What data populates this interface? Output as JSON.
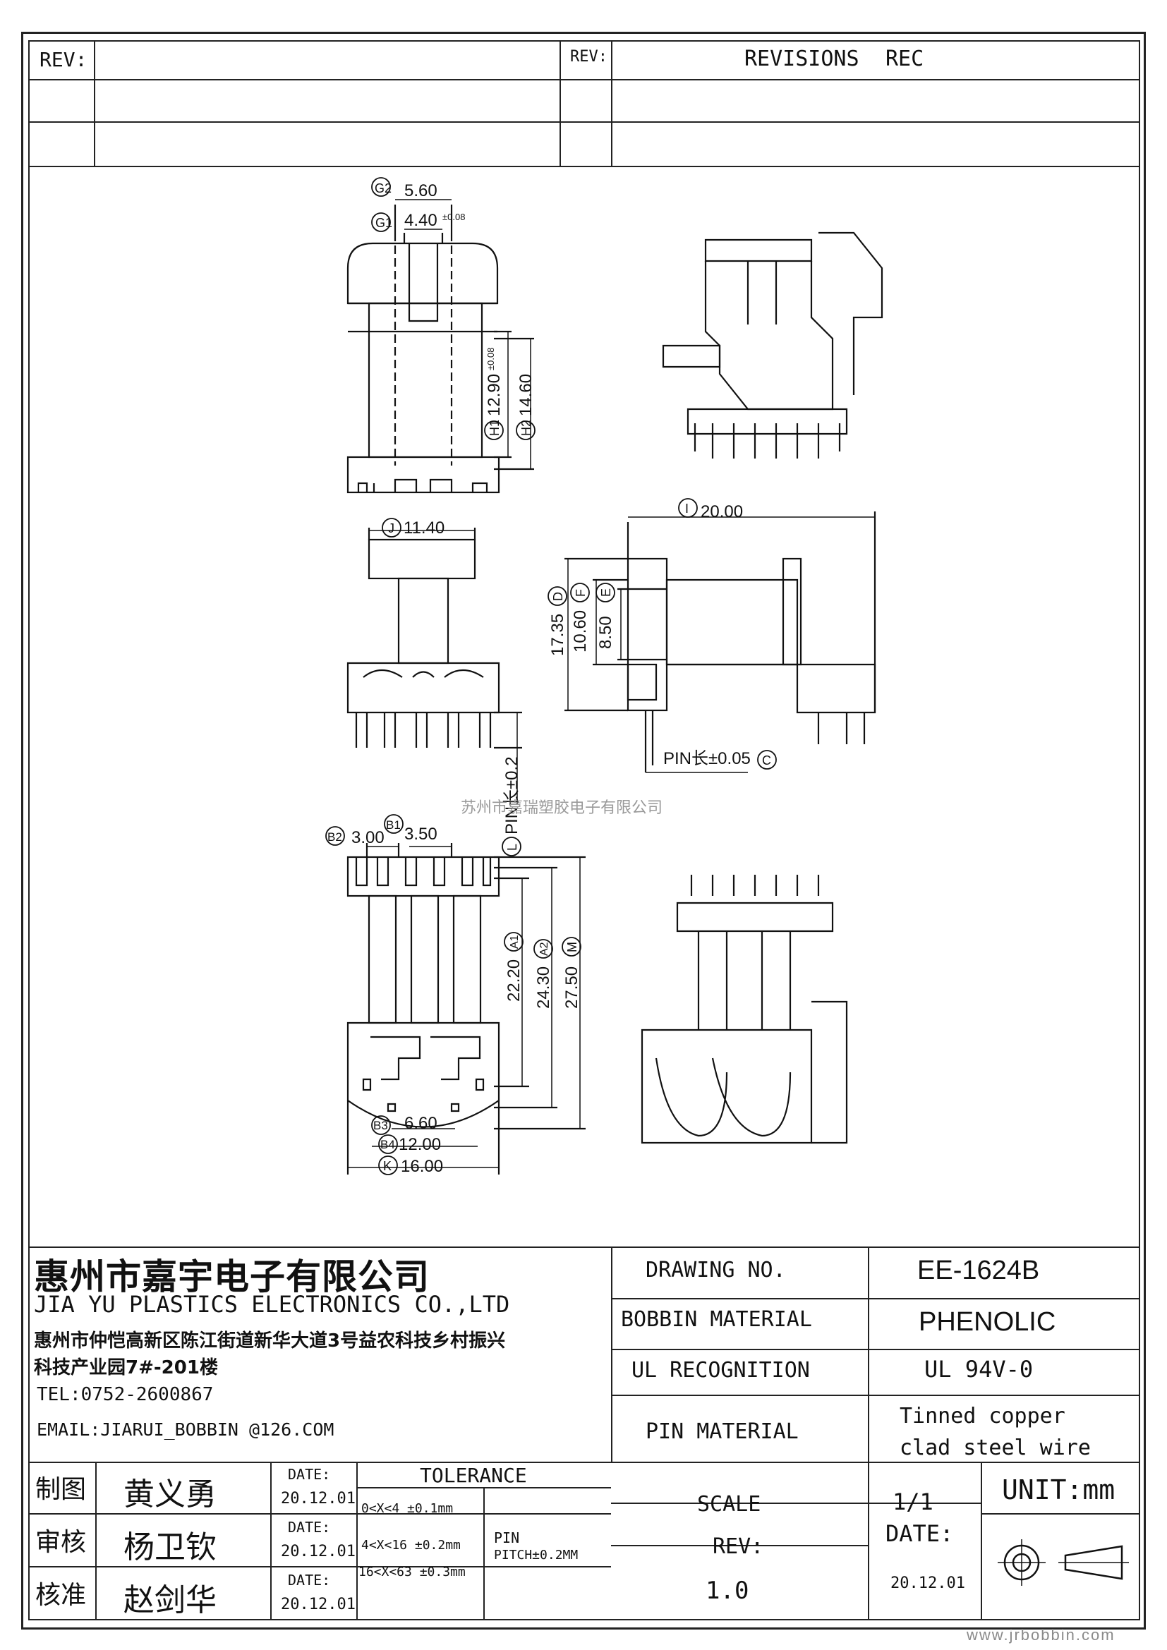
{
  "revisions": {
    "rev_label_left": "REV:",
    "rev_label_mid": "REV:",
    "revisions_label": "REVISIONS",
    "rec_label": "REC"
  },
  "dimensions": {
    "G2": "G2",
    "G2_val": "5.60",
    "G1": "G1",
    "G1_val": "4.40",
    "G1_tol": "±0.08",
    "H1": "H1",
    "H1_val": "12.90",
    "H1_tol": "±0.08",
    "H2": "H2",
    "H2_val": "14.60",
    "J": "J",
    "J_val": "11.40",
    "I": "I",
    "I_val": "20.00",
    "D": "D",
    "D_val": "17.35",
    "F": "F",
    "F_val": "10.60",
    "E": "E",
    "E_val": "8.50",
    "C": "C",
    "pin_len_c": "PIN长±0.05",
    "L": "L",
    "pin_len_l": "PIN长±0.2",
    "B1": "B1",
    "B1_val": "3.50",
    "B2": "B2",
    "B2_val": "3.00",
    "A1": "A1",
    "A1_val": "22.20",
    "A2": "A2",
    "A2_val": "24.30",
    "M": "M",
    "M_val": "27.50",
    "B3": "B3",
    "B3_val": "6.60",
    "B4": "B4",
    "B4_val": "12.00",
    "K": "K",
    "K_val": "16.00"
  },
  "watermark": {
    "center_text": "苏州市嘉瑞塑胶电子有限公司"
  },
  "company": {
    "name_cn": "惠州市嘉宇电子有限公司",
    "name_en": "JIA YU PLASTICS ELECTRONICS CO.,LTD",
    "address_line1": "惠州市仲恺高新区陈江街道新华大道3号益农科技乡村振兴",
    "address_line2": "科技产业园7#-201楼",
    "tel": "TEL:0752-2600867",
    "email": "EMAIL:JIARUI_BOBBIN @126.COM"
  },
  "specs": {
    "drawing_no_label": "DRAWING  NO.",
    "drawing_no": "EE-1624B",
    "bobbin_material_label": "BOBBIN  MATERIAL",
    "bobbin_material": "PHENOLIC",
    "ul_label": "UL RECOGNITION",
    "ul_value": "UL 94V-0",
    "pin_material_label": "PIN MATERIAL",
    "pin_material_1": "Tinned copper",
    "pin_material_2": "clad steel wire",
    "scale_label": "SCALE",
    "scale_value": "1/1",
    "unit": "UNIT:mm",
    "rev_label": "REV:",
    "rev_value": "1.0",
    "date_label": "DATE:",
    "date_value": "20.12.01"
  },
  "approvals": [
    {
      "role": "制图",
      "name": "黄义勇",
      "date_label": "DATE:",
      "date": "20.12.01"
    },
    {
      "role": "审核",
      "name": "杨卫钦",
      "date_label": "DATE:",
      "date": "20.12.01"
    },
    {
      "role": "核准",
      "name": "赵剑华",
      "date_label": "DATE:",
      "date": "20.12.01"
    }
  ],
  "tolerance": {
    "title": "TOLERANCE",
    "rows": [
      "0<X<4  ±0.1mm",
      "4<X<16 ±0.2mm",
      "16<X<63 ±0.3mm"
    ],
    "pin_label": "PIN",
    "pin_pitch": "PITCH±0.2MM"
  },
  "footer": {
    "website": "www.jrbobbin.com"
  }
}
